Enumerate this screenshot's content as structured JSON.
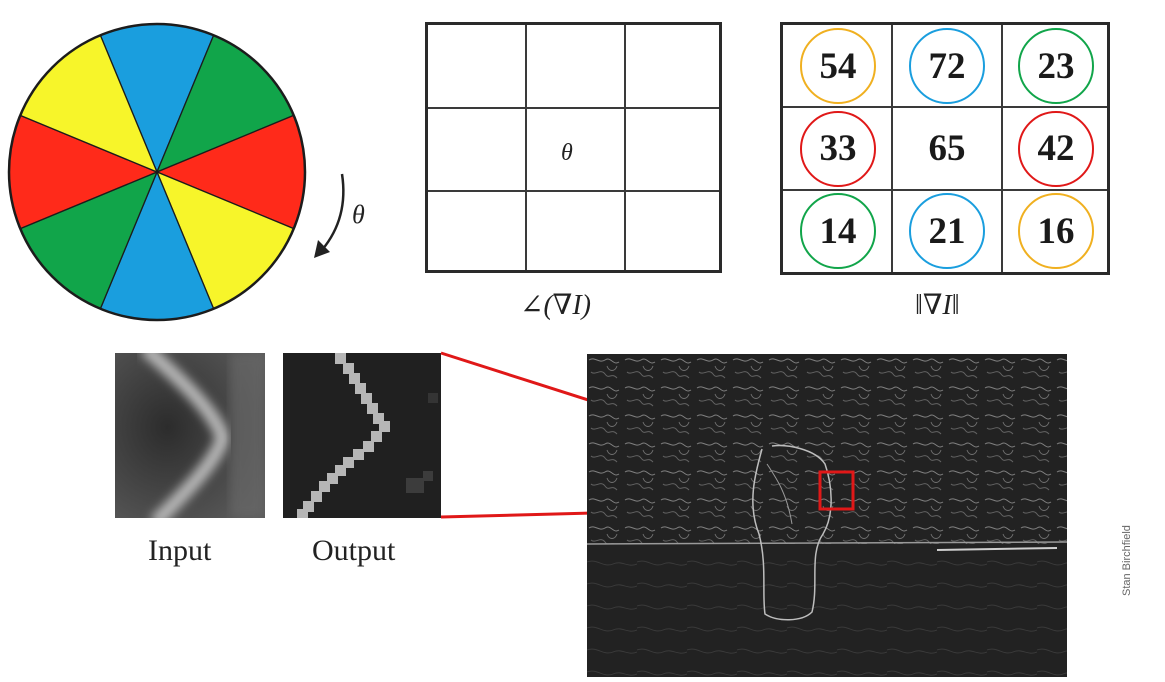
{
  "colors": {
    "red": "#ff2a1a",
    "yellow": "#f7f52a",
    "green": "#11a54a",
    "blue": "#1a9ede",
    "orange_ring": "#f0b020",
    "highlight": "#e01818"
  },
  "wheel": {
    "rotation_symbol": "θ",
    "sectors": [
      "blue",
      "green",
      "red",
      "yellow",
      "blue",
      "green",
      "red",
      "yellow"
    ]
  },
  "angle_panel": {
    "center_symbol": "θ",
    "caption": "∠(∇I)"
  },
  "magnitude_panel": {
    "caption": "‖∇I‖",
    "cells": [
      {
        "value": "54",
        "ring": "orange"
      },
      {
        "value": "72",
        "ring": "blue"
      },
      {
        "value": "23",
        "ring": "green"
      },
      {
        "value": "33",
        "ring": "red"
      },
      {
        "value": "65",
        "ring": "none"
      },
      {
        "value": "42",
        "ring": "red"
      },
      {
        "value": "14",
        "ring": "green"
      },
      {
        "value": "21",
        "ring": "blue"
      },
      {
        "value": "16",
        "ring": "orange"
      }
    ]
  },
  "patches": {
    "input_label": "Input",
    "output_label": "Output"
  },
  "edge_image": {
    "credit": "Stan Birchfield"
  }
}
